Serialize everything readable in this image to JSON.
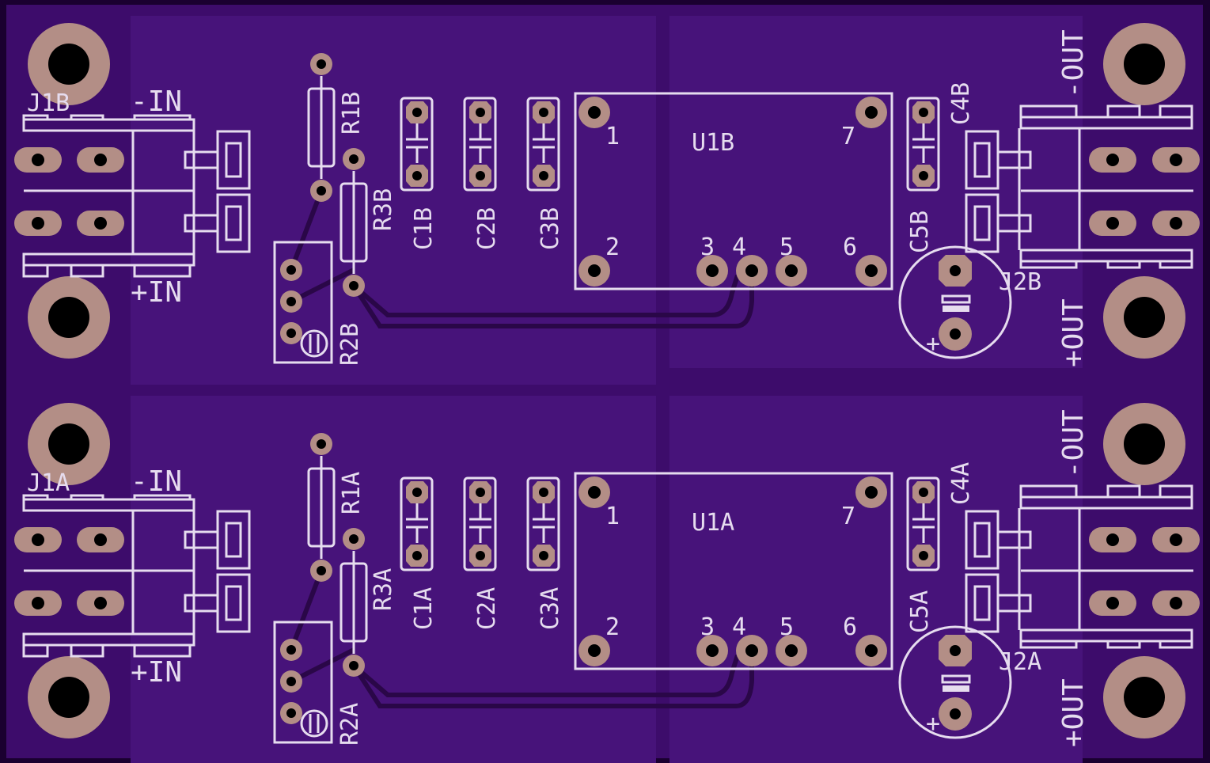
{
  "board": {
    "colors": {
      "board_edge": "#1a0030",
      "substrate": "#3d0c6b",
      "copper_pour": "#47137a",
      "pad": "#b38e86",
      "silkscreen": "#e6dcef",
      "trace": "#2a0748"
    }
  },
  "channels": [
    {
      "id": "B",
      "input_connector": "J1B",
      "neg_in": "-IN",
      "pos_in": "+IN",
      "r1": "R1B",
      "r2": "R2B",
      "r3": "R3B",
      "c1": "C1B",
      "c2": "C2B",
      "c3": "C3B",
      "c4": "C4B",
      "c5": "C5B",
      "ic": "U1B",
      "output_connector": "J2B",
      "neg_out": "-OUT",
      "pos_out": "+OUT",
      "plus_mark": "+",
      "pins": [
        "1",
        "2",
        "3",
        "4",
        "5",
        "6",
        "7"
      ]
    },
    {
      "id": "A",
      "input_connector": "J1A",
      "neg_in": "-IN",
      "pos_in": "+IN",
      "r1": "R1A",
      "r2": "R2A",
      "r3": "R3A",
      "c1": "C1A",
      "c2": "C2A",
      "c3": "C3A",
      "c4": "C4A",
      "c5": "C5A",
      "ic": "U1A",
      "output_connector": "J2A",
      "neg_out": "-OUT",
      "pos_out": "+OUT",
      "plus_mark": "+",
      "pins": [
        "1",
        "2",
        "3",
        "4",
        "5",
        "6",
        "7"
      ]
    }
  ]
}
